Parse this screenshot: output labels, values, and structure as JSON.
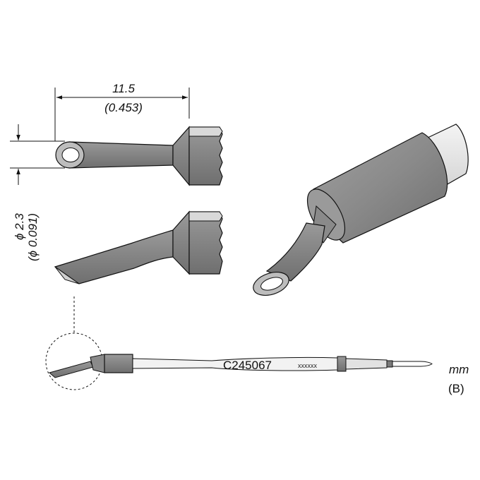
{
  "dimensions": {
    "length_mm": "11.5",
    "length_in": "(0.453)",
    "diameter_mm": "ϕ 2.3",
    "diameter_in": "(ϕ 0.091)"
  },
  "shaft": {
    "part_number": "C245067",
    "serial": "xxxxxx"
  },
  "units": {
    "unit_label": "mm",
    "series_code": "(B)"
  },
  "colors": {
    "body_gray": "#7f7f7f",
    "light_gray": "#e6e6e6",
    "outline": "#111111"
  }
}
